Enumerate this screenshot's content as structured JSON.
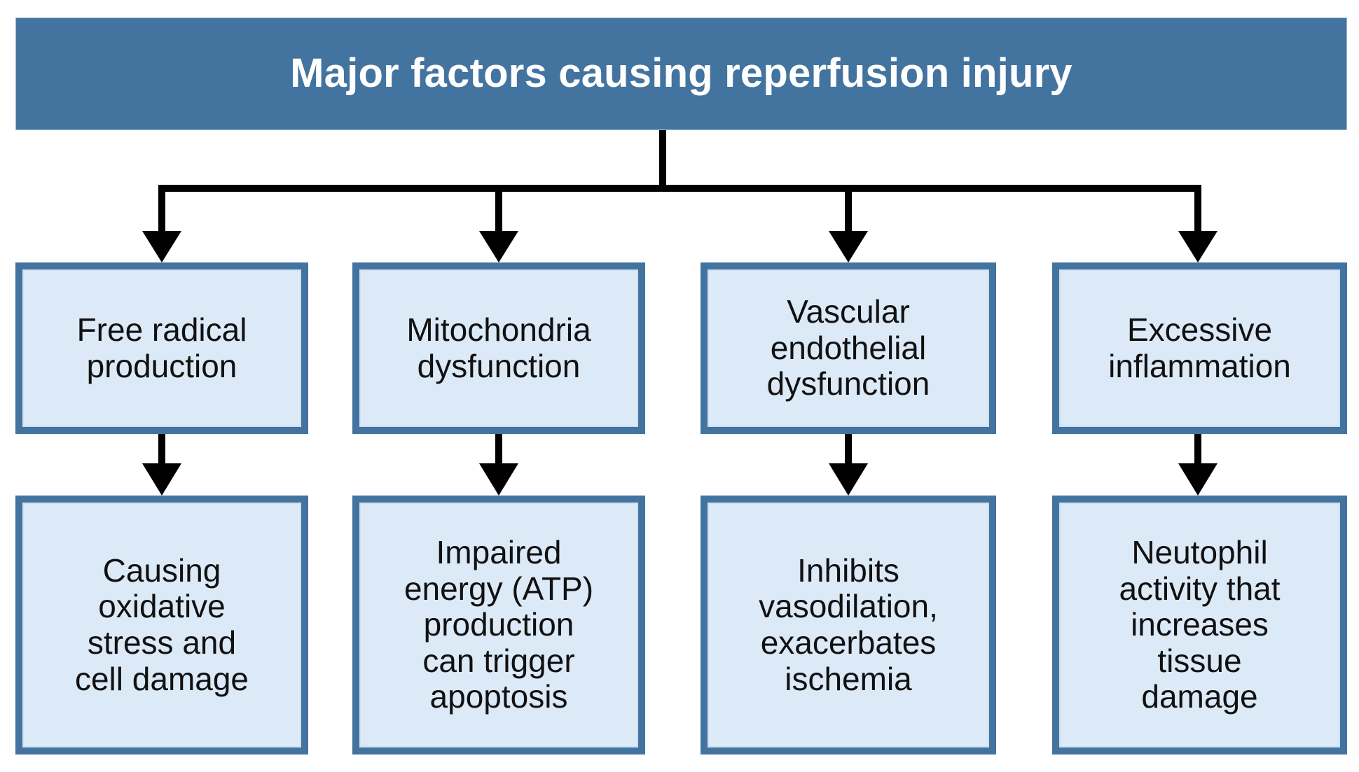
{
  "diagram": {
    "title": "Major factors causing reperfusion injury",
    "colors": {
      "banner_fill": "#43739F",
      "banner_text": "#FFFFFF",
      "node_fill": "#DCE9F7",
      "node_border": "#43739F",
      "node_text": "#111111",
      "connector": "#000000",
      "background": "#FFFFFF"
    },
    "root": {
      "label": "Major factors causing reperfusion injury"
    },
    "branches": [
      {
        "factor": "Free radical\nproduction",
        "consequence": "Causing\noxidative\nstress and\ncell damage"
      },
      {
        "factor": "Mitochondria\ndysfunction",
        "consequence": "Impaired\nenergy (ATP)\nproduction\ncan trigger\napoptosis"
      },
      {
        "factor": "Vascular\nendothelial\ndysfunction",
        "consequence": "Inhibits\nvasodilation,\nexacerbates\nischemia"
      },
      {
        "factor": "Excessive\ninflammation",
        "consequence": "Neutophil\nactivity that\nincreases\ntissue\ndamage"
      }
    ],
    "connector_labels": {
      "root_to_factors": "branching-connector",
      "factor_to_consequence": "vertical-arrow"
    }
  }
}
